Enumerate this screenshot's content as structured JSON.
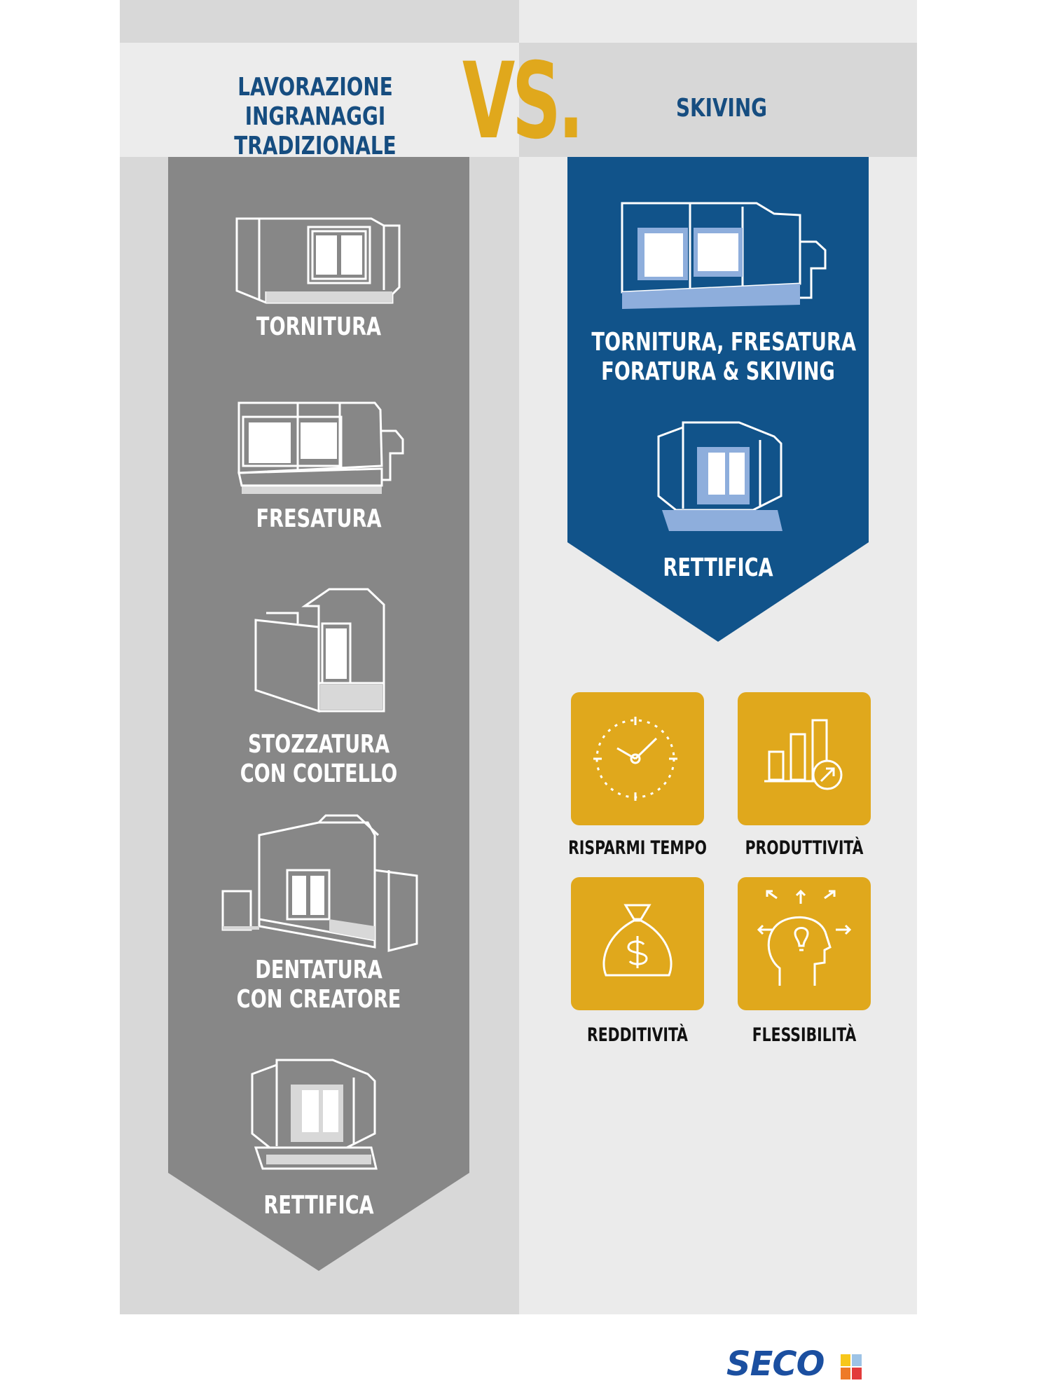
{
  "header": {
    "left_title_line1": "LAVORAZIONE INGRANAGGI",
    "left_title_line2": "TRADIZIONALE",
    "vs": "VS.",
    "right_title": "SKIVING"
  },
  "traditional_steps": [
    {
      "label": "TORNITURA",
      "icon": "lathe-machine-icon"
    },
    {
      "label": "FRESATURA",
      "icon": "milling-machine-icon"
    },
    {
      "label_line1": "STOZZATURA",
      "label_line2": "CON COLTELLO",
      "icon": "shaping-machine-icon"
    },
    {
      "label_line1": "DENTATURA",
      "label_line2": "CON CREATORE",
      "icon": "hobbing-machine-icon"
    },
    {
      "label": "RETTIFICA",
      "icon": "grinding-machine-icon"
    }
  ],
  "skiving_steps": [
    {
      "label_line1": "TORNITURA, FRESATURA",
      "label_line2": "FORATURA & SKIVING",
      "icon": "multitask-machine-icon"
    },
    {
      "label": "RETTIFICA",
      "icon": "grinding-machine-icon"
    }
  ],
  "benefits": [
    {
      "label": "RISPARMI TEMPO",
      "icon": "clock-icon"
    },
    {
      "label": "PRODUTTIVITÀ",
      "icon": "bar-chart-icon"
    },
    {
      "label": "REDDITIVITÀ",
      "icon": "money-bag-icon"
    },
    {
      "label": "FLESSIBILITÀ",
      "icon": "idea-head-icon"
    }
  ],
  "logo": "SECO",
  "colors": {
    "blue": "#11538a",
    "gold": "#e0a81c",
    "dark_gray": "#878787",
    "heading_blue": "#164d80"
  }
}
